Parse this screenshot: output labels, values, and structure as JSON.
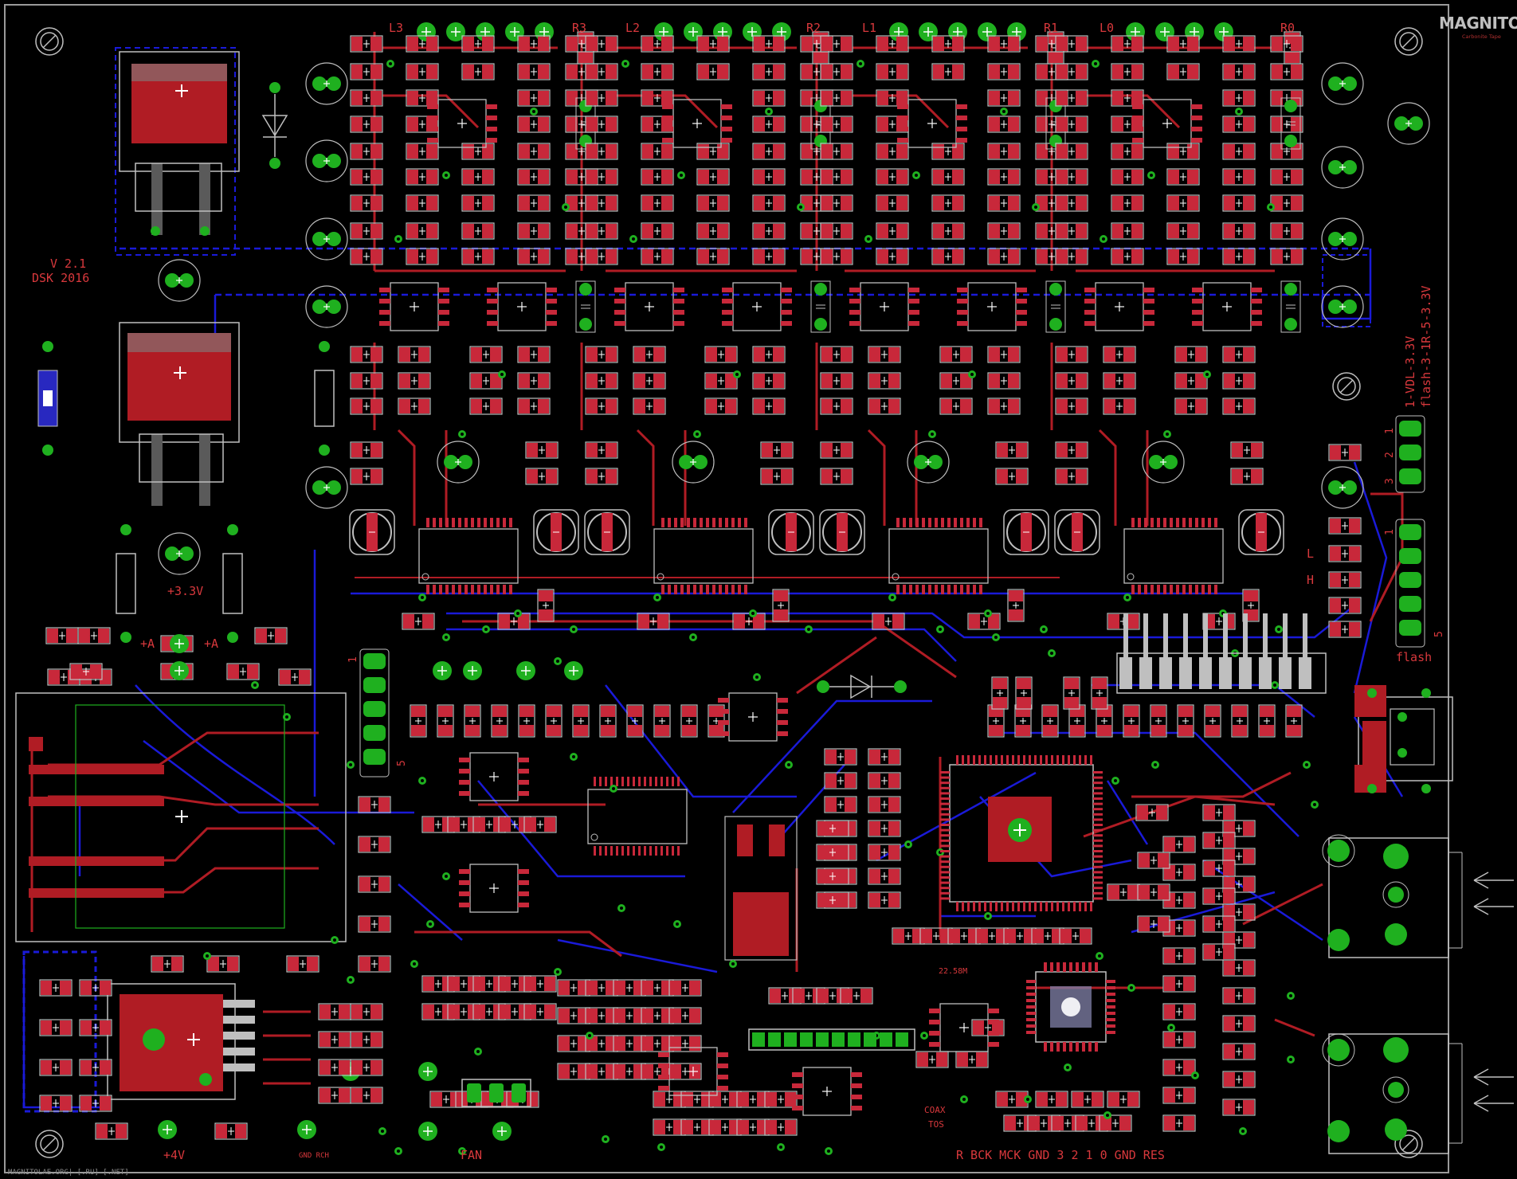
{
  "colors": {
    "background": "#000000",
    "top_copper": "#b01c24",
    "pad_red": "#c8283a",
    "bottom_copper": "#1a1ad8",
    "via_green": "#1fb01f",
    "silkscreen": "#bfbfbf",
    "label_red": "#d8383c",
    "board_outline": "#9a9a9a",
    "keepout_blue": "#1a1ad8"
  },
  "icons": {
    "mounting_hole": "crossed-circle-icon",
    "pad_cross": "cross-marker-icon",
    "arrow": "arrow-left-icon",
    "diode": "diode-icon"
  },
  "logo": {
    "brand": "MAGNITOLA",
    "tagline": "Carbonite Tape"
  },
  "labels": {
    "version": "V 2.1",
    "author_year": "DSK 2016",
    "channel_l3": "L3",
    "channel_r3": "R3",
    "channel_l2": "L2",
    "channel_r2": "R2",
    "channel_l1": "L1",
    "channel_r1": "R1",
    "channel_l0": "L0",
    "channel_r0": "R0",
    "supply_3v3": "+3.3V",
    "supply_a_left": "+A",
    "supply_a_right": "+A",
    "jumper_vdl": "1-VDL-3.3V",
    "jumper_flash": "flash-3-1R-5-3.3V",
    "jumper_pin1": "1",
    "jumper_pin2": "2",
    "jumper_pin3": "3",
    "header_pin1": "1",
    "header_pin5": "5",
    "header_flash": "flash",
    "side_l": "L",
    "side_h": "H",
    "left_header_pin1": "1",
    "left_header_pin5": "5",
    "fan": "FAN",
    "supply_4v": "+4V",
    "gnd_pins": "GND RCH",
    "coax": "COAX",
    "tos": "TOS",
    "bus_pins": "R BCK MCK GND 3 2 1 0 GND RES",
    "xtal": "22.58M",
    "website": "MAGNITOLAE.ORG|-[.RU]-[.NET]"
  }
}
